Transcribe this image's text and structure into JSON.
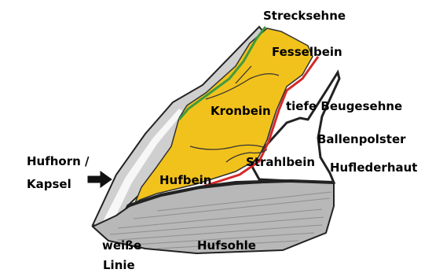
{
  "labels": {
    "strecksehne": "Strecksehne",
    "fesselbein": "Fesselbein",
    "kronbein": "Kronbein",
    "tiefe_beugesehne": "tiefe Beugesehne",
    "ballenpolster": "Ballenpolster",
    "strahlbein": "Strahlbein",
    "huflederhaut": "Huflederhaut",
    "hufhorn": "Hufhorn /",
    "kapsel": "Kapsel",
    "hufbein": "Hufbein",
    "weisse": "weiße",
    "linie": "Linie",
    "hufsohle": "Hufsohle"
  },
  "colors": {
    "bone": "#f2c21c",
    "horn": "#c9c9c9",
    "outline": "#222222",
    "strecksehne": "#3f9b3f",
    "beugesehne": "#d42a2a",
    "white_line": "#f7f7f7"
  }
}
